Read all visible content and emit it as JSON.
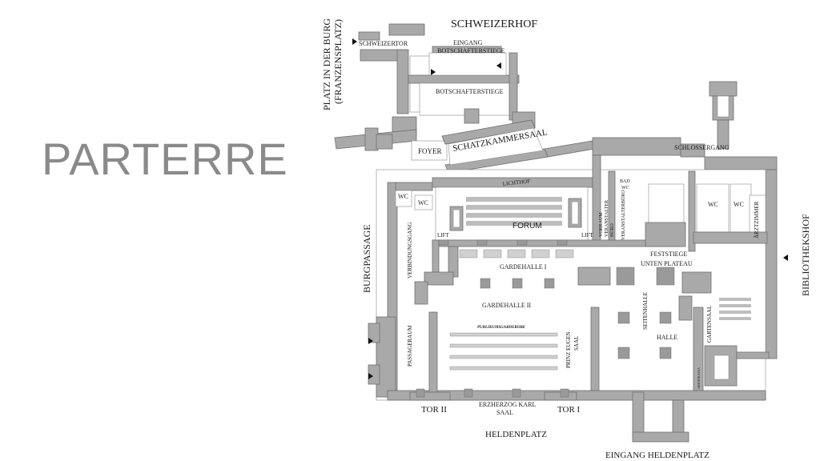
{
  "title": "PARTERRE",
  "labels": {
    "schweizerhof": "SCHWEIZERHOF",
    "schweizertor": "SCHWEIZERTOR",
    "platz_line1": "PLATZ IN DER BURG",
    "platz_line2": "(FRANZENSPLATZ)",
    "eingang": "EINGANG",
    "botschafterstiege_top": "BOTSCHAFTERSTIEGE",
    "botschafterstiege": "BOTSCHAFTERSTIEGE",
    "foyer": "FOYER",
    "schatzkammersaal": "SCHATZKAMMERSAAL",
    "schlossergang": "SCHLOSSERGANG",
    "lichthof": "LICHTHOF",
    "bad": "BAD",
    "wc": "WC",
    "vorraum_line1": "VORRAUM",
    "vorraum_line2": "VERANSTALTER",
    "vorraum_line3": "BÜRO",
    "veranstalterburo": "VERANSTALTERBÜRO",
    "forum": "FORUM",
    "lift": "LIFT",
    "verbindungsgang": "VERBINDUNGSGANG",
    "gardehalle_1": "GARDEHALLE I",
    "gardehalle_2": "GARDEHALLE II",
    "feststiege_line1": "FESTSTIEGE",
    "feststiege_line2": "UNTEN PLATEAU",
    "arztzimmer": "ÄRZTZIMMER",
    "bibliothekshof": "BIBLIOTHEKSHOF",
    "burgpassage": "BURGPASSAGE",
    "passageraum": "PASSAGERAUM",
    "publikumsgarderobe": "PUBLIKUMSGARDEROBE",
    "prinz_eugen_line1": "PRINZ EUGEN",
    "prinz_eugen_line2": "SAAL",
    "seitenhalle": "SEITENHALLE",
    "halle": "HALLE",
    "gartensaal": "GARTENSAAL",
    "abendkassa": "ABENDKASSA",
    "tor_2": "TOR II",
    "erzherzog_line1": "ERZHERZOG KARL",
    "erzherzog_line2": "SAAL",
    "tor_1": "TOR I",
    "heldenplatz": "HELDENPLATZ",
    "eingang_heldenplatz": "EINGANG HELDENPLATZ"
  },
  "colors": {
    "wall": "#a9a9a9",
    "title": "#8a8a8a",
    "text": "#1a1a1a"
  }
}
